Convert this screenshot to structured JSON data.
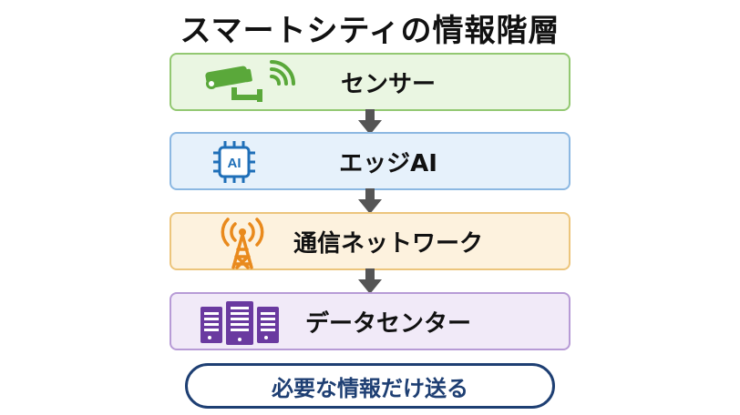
{
  "title": "スマートシティの情報階層",
  "layers": [
    {
      "label": "センサー",
      "icon": "cctv-camera-icon",
      "color": "#5aa83a"
    },
    {
      "label": "エッジAI",
      "icon": "ai-chip-icon",
      "chip_text": "AI",
      "color": "#1f6fb8"
    },
    {
      "label": "通信ネットワーク",
      "icon": "radio-tower-icon",
      "color": "#e98a1d"
    },
    {
      "label": "データセンター",
      "icon": "server-rack-icon",
      "color": "#6a3aa0"
    }
  ],
  "footer": {
    "label": "必要な情報だけ送る"
  }
}
